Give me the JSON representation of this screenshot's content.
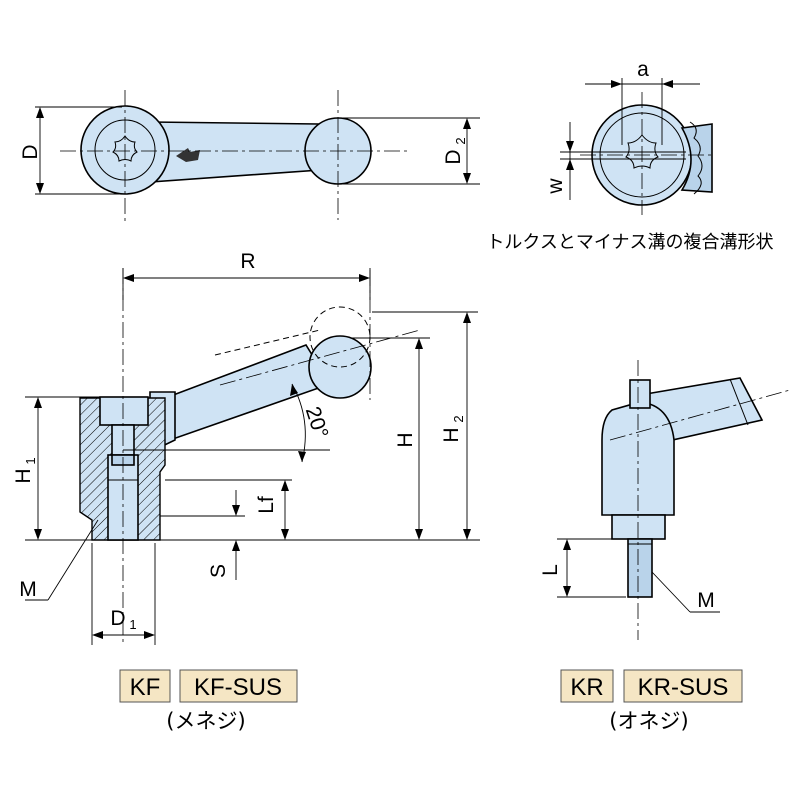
{
  "dimensions": {
    "D": "D",
    "D2": "D",
    "D2_sub": "2",
    "a": "a",
    "w": "w",
    "R": "R",
    "H": "H",
    "H1": "H",
    "H1_sub": "1",
    "H2": "H",
    "H2_sub": "2",
    "Lf": "Lf",
    "S": "S",
    "M_left": "M",
    "D1": "D",
    "D1_sub": "1",
    "angle": "20°",
    "L": "L",
    "M_right": "M"
  },
  "note": "トルクスとマイナス溝の複合溝形状",
  "left_model": {
    "tags": [
      "KF",
      "KF-SUS"
    ],
    "caption": "(メネジ)"
  },
  "right_model": {
    "tags": [
      "KR",
      "KR-SUS"
    ],
    "caption": "(オネジ)"
  },
  "colors": {
    "part_fill": "#cfe3f4",
    "tag_fill": "#f5e6c4"
  }
}
